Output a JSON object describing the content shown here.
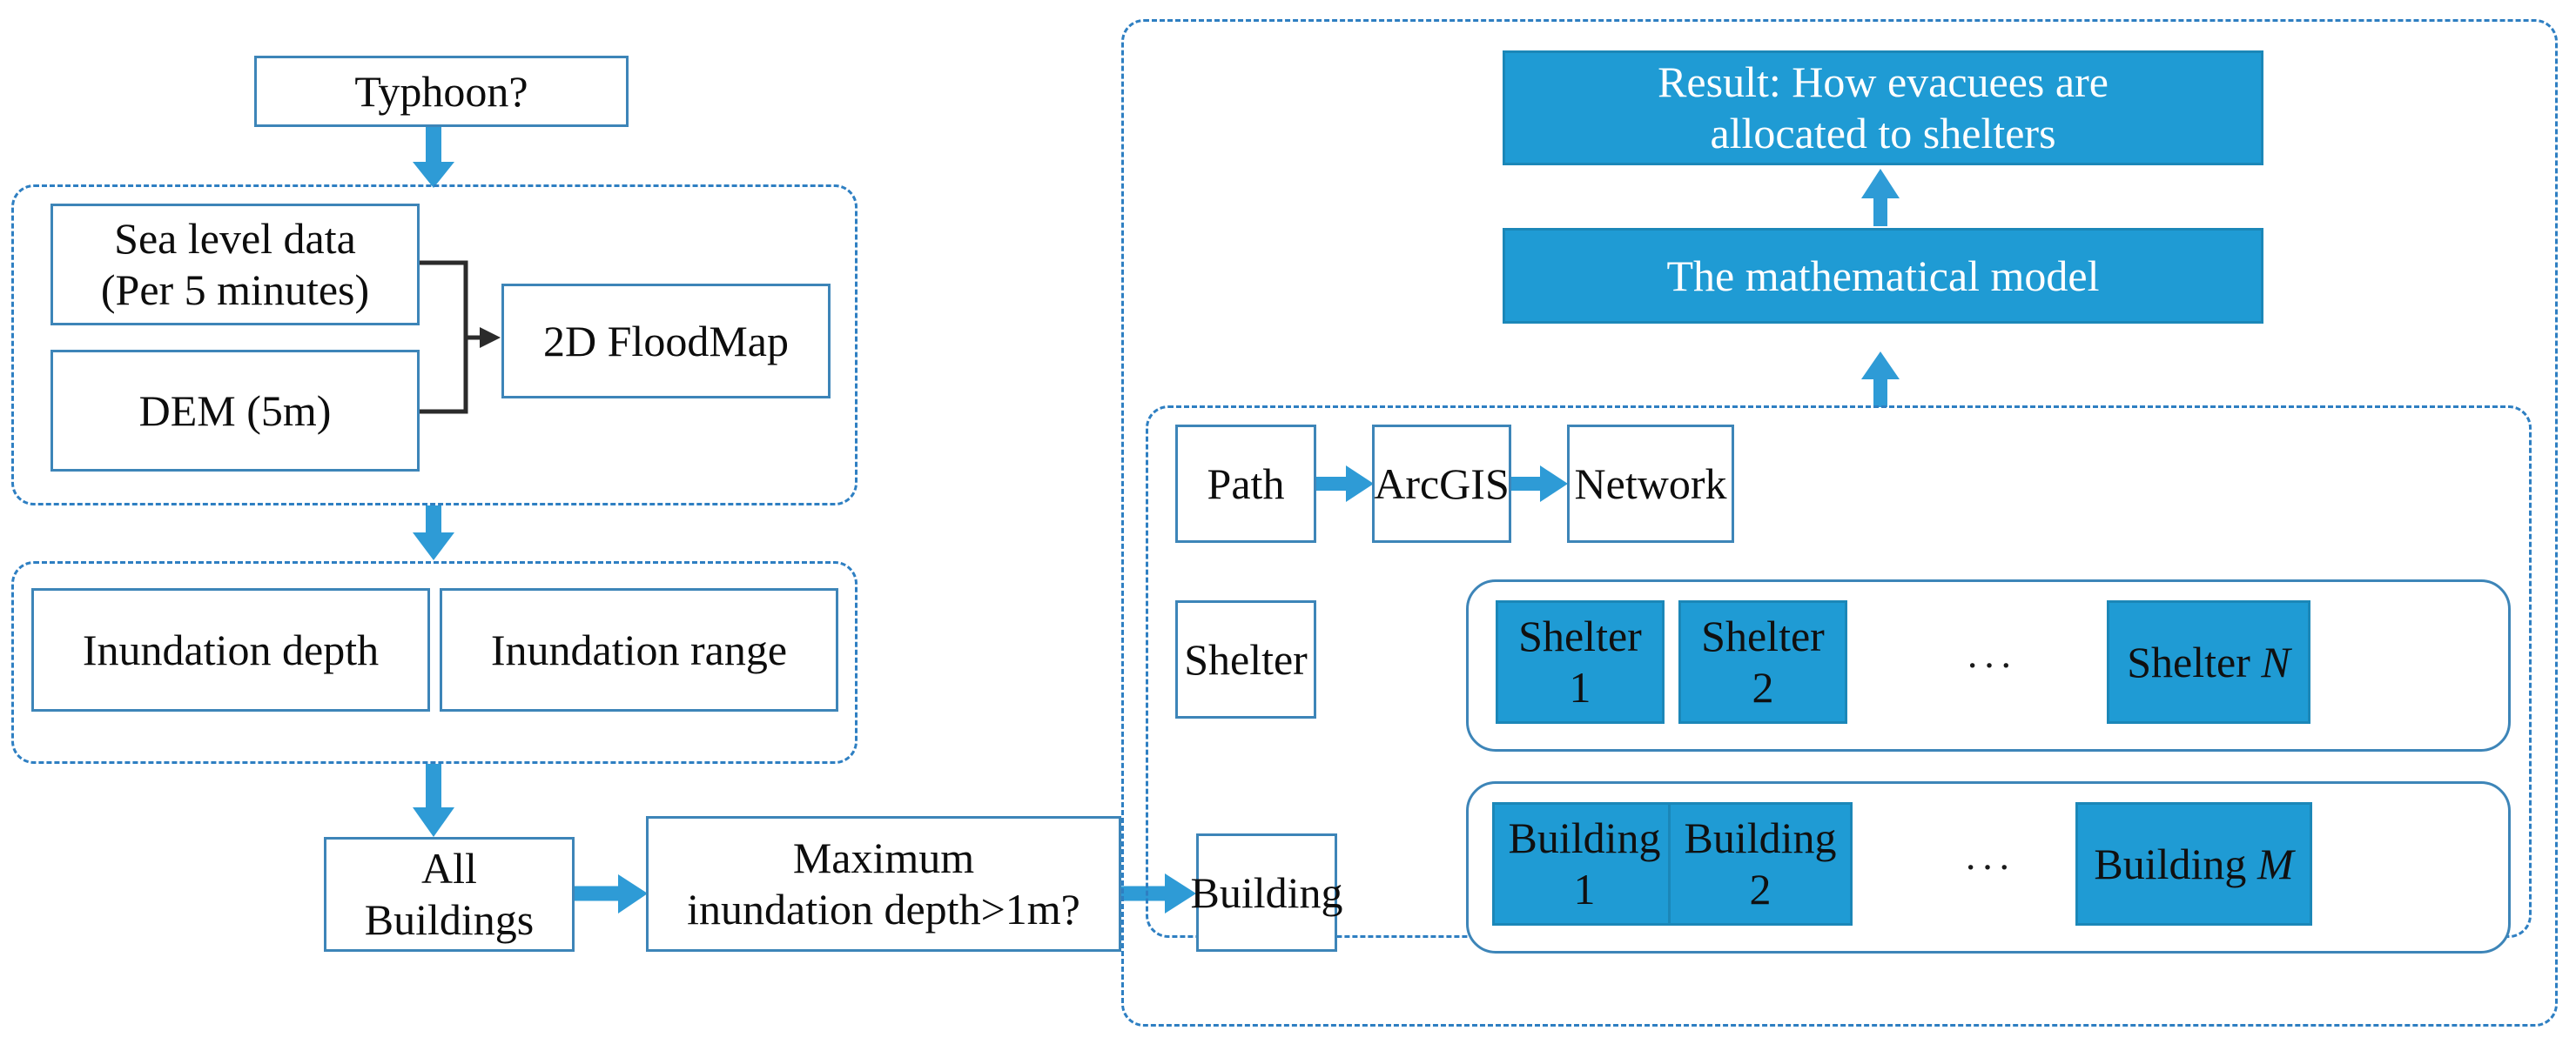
{
  "diagram": {
    "title": "Typhoon evacuation shelter allocation workflow",
    "colors": {
      "accent_blue": "#1f9bd4",
      "border_blue": "#3d85b8",
      "dashed_blue": "#2e7fc2",
      "arrow_blue": "#2e9bd6",
      "black_connector": "#1a1a1a",
      "white_text": "#ffffff",
      "dark_text": "#101010"
    },
    "left_panel": {
      "start_node": {
        "label": "Typhoon?"
      },
      "group_data_sources": {
        "name": "flood-simulation-group",
        "nodes": [
          {
            "id": "sea-level-data",
            "label": "Sea level data\n(Per 5 minutes)",
            "line1": "Sea level data",
            "line2": "(Per 5 minutes)"
          },
          {
            "id": "dem",
            "label": "DEM (5m)"
          },
          {
            "id": "floodmap",
            "label": "2D FloodMap"
          }
        ]
      },
      "group_outputs": {
        "name": "inundation-results-group",
        "nodes": [
          {
            "id": "inundation-depth",
            "label": "Inundation depth"
          },
          {
            "id": "inundation-range",
            "label": "Inundation range"
          }
        ]
      },
      "decision_flow": [
        {
          "id": "all-buildings",
          "label": "All\nBuildings",
          "line1": "All",
          "line2": "Buildings"
        },
        {
          "id": "max-depth-question",
          "label": "Maximum\ninundation depth>1m?",
          "line1": "Maximum",
          "line2": "inundation depth>1m?"
        }
      ]
    },
    "right_panel": {
      "name": "model-group",
      "result_node": {
        "id": "result",
        "line1": "Result: How evacuees are",
        "line2": "allocated to shelters"
      },
      "model_node": {
        "id": "mathematical-model",
        "label": "The mathematical model"
      },
      "inputs_group": {
        "name": "model-inputs-group",
        "rows": [
          {
            "id": "path-row",
            "label": "Path",
            "chain": [
              {
                "id": "path",
                "label": "Path"
              },
              {
                "id": "arcgis",
                "label": "ArcGIS"
              },
              {
                "id": "network",
                "label": "Network"
              }
            ]
          },
          {
            "id": "shelter-row",
            "label": "Shelter",
            "items": [
              {
                "id": "shelter-1",
                "label": "Shelter 1",
                "prefix": "Shelter ",
                "suffix": "1",
                "italic_suffix": false
              },
              {
                "id": "shelter-2",
                "label": "Shelter 2",
                "prefix": "Shelter ",
                "suffix": "2",
                "italic_suffix": false
              },
              {
                "id": "shelter-n",
                "label": "Shelter N",
                "prefix": "Shelter ",
                "suffix": "N",
                "italic_suffix": true
              }
            ],
            "ellipsis": "···"
          },
          {
            "id": "building-row",
            "label": "Building",
            "items": [
              {
                "id": "building-1",
                "label": "Building 1",
                "prefix": "Building ",
                "suffix": "1",
                "italic_suffix": false
              },
              {
                "id": "building-2",
                "label": "Building 2",
                "prefix": "Building ",
                "suffix": "2",
                "italic_suffix": false
              },
              {
                "id": "building-m",
                "label": "Building M",
                "prefix": "Building ",
                "suffix": "M",
                "italic_suffix": true
              }
            ],
            "ellipsis": "···"
          }
        ]
      }
    }
  }
}
